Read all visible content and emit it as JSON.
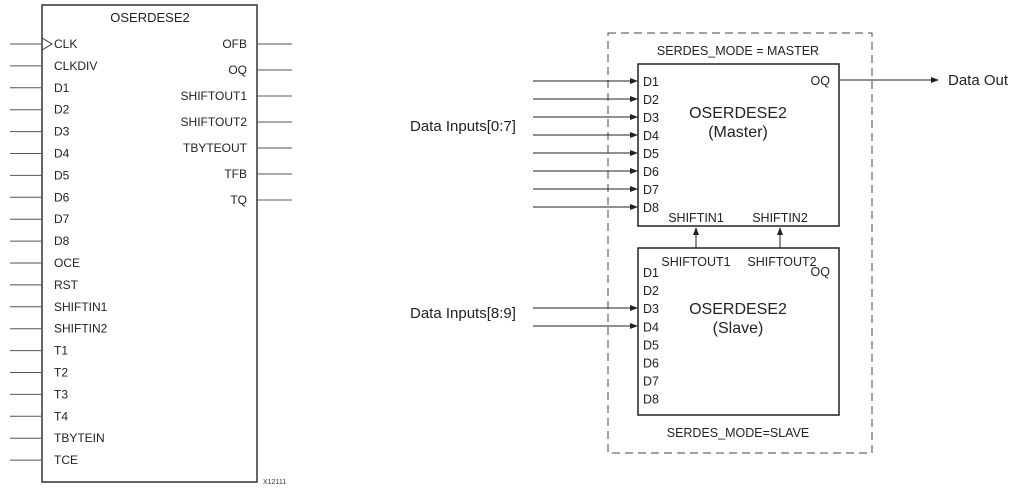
{
  "left_block": {
    "title": "OSERDESE2",
    "inputs": [
      "CLK",
      "CLKDIV",
      "D1",
      "D2",
      "D3",
      "D4",
      "D5",
      "D6",
      "D7",
      "D8",
      "OCE",
      "RST",
      "SHIFTIN1",
      "SHIFTIN2",
      "T1",
      "T2",
      "T3",
      "T4",
      "TBYTEIN",
      "TCE"
    ],
    "outputs": [
      "OFB",
      "OQ",
      "SHIFTOUT1",
      "SHIFTOUT2",
      "TBYTEOUT",
      "TFB",
      "TQ"
    ],
    "clock_pin": "CLK",
    "figure_id": "X12111"
  },
  "right_diagram": {
    "master": {
      "mode_label": "SERDES_MODE = MASTER",
      "name": "OSERDESE2",
      "role": "(Master)",
      "inputs": [
        "D1",
        "D2",
        "D3",
        "D4",
        "D5",
        "D6",
        "D7",
        "D8"
      ],
      "output": "OQ",
      "shift_inputs": [
        "SHIFTIN1",
        "SHIFTIN2"
      ]
    },
    "slave": {
      "mode_label": "SERDES_MODE=SLAVE",
      "name": "OSERDESE2",
      "role": "(Slave)",
      "inputs": [
        "D1",
        "D2",
        "D3",
        "D4",
        "D5",
        "D6",
        "D7",
        "D8"
      ],
      "output": "OQ",
      "shift_outputs": [
        "SHIFTOUT1",
        "SHIFTOUT2"
      ]
    },
    "data_inputs_master": "Data Inputs[0:7]",
    "data_inputs_slave": "Data Inputs[8:9]",
    "data_out": "Data Out"
  }
}
